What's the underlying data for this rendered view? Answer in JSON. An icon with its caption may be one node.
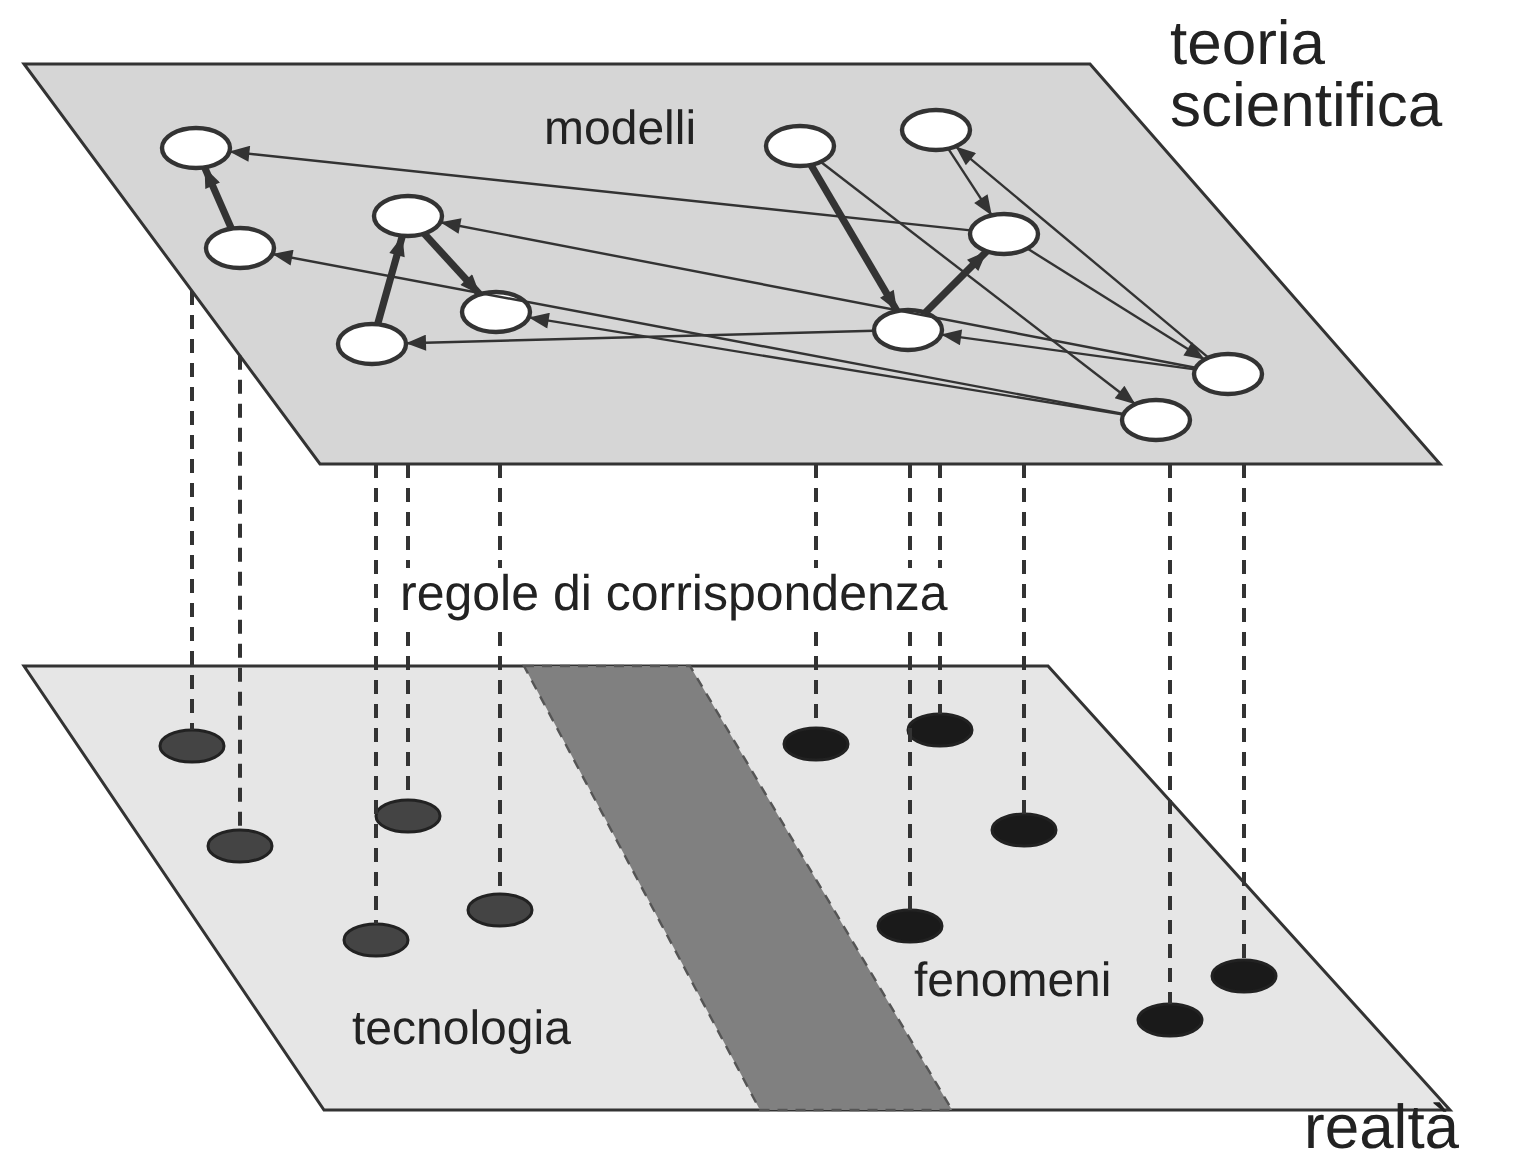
{
  "diagram": {
    "nodes": [
      {
        "text": [
          "teoria scientifica"
        ]
      },
      {
        "text": [],
        "shape": "ellipse",
        "in": 0
      },
      {
        "text": [],
        "shape": "ellipse",
        "in": 0
      },
      {
        "text": [],
        "shape": "ellipse",
        "in": 0
      },
      {
        "text": [],
        "shape": "ellipse",
        "in": 0
      },
      {
        "text": [],
        "shape": "ellipse",
        "in": 0
      },
      {
        "text": [],
        "shape": "ellipse",
        "in": 0
      },
      {
        "text": [],
        "shape": "ellipse",
        "in": 0
      },
      {
        "text": [],
        "shape": "ellipse",
        "in": 0
      },
      {
        "text": [],
        "shape": "ellipse",
        "in": 0
      },
      {
        "text": [],
        "shape": "ellipse",
        "in": 0
      },
      {
        "text": [],
        "shape": "ellipse",
        "in": 0
      },
      {
        "text": [
          "realtà"
        ]
      },
      {
        "text": [],
        "shape": "bar",
        "in": 12
      },
      {
        "text": [],
        "shape": "ellipse",
        "in": 12
      },
      {
        "text": [],
        "shape": "ellipse",
        "in": 12
      },
      {
        "text": [],
        "shape": "ellipse",
        "in": 12
      },
      {
        "text": [],
        "shape": "ellipse",
        "in": 12
      },
      {
        "text": [],
        "shape": "ellipse",
        "in": 12
      },
      {
        "text": [],
        "shape": "ellipse",
        "in": 12
      },
      {
        "text": [],
        "shape": "ellipse",
        "in": 12
      },
      {
        "text": [],
        "shape": "ellipse",
        "in": 12
      },
      {
        "text": [],
        "shape": "ellipse",
        "in": 12
      },
      {
        "text": [],
        "shape": "ellipse",
        "in": 12
      },
      {
        "text": [],
        "shape": "ellipse",
        "in": 12
      }
    ],
    "edges": [
      {
        "from": 2,
        "to": 1,
        "arrow": "to",
        "style": "thick"
      },
      {
        "from": 3,
        "to": 4,
        "arrow": "to",
        "style": "thick"
      },
      {
        "from": 4,
        "to": 5,
        "arrow": "to",
        "style": "thick"
      },
      {
        "from": 9,
        "to": 1,
        "arrow": "to"
      },
      {
        "from": 11,
        "to": 4,
        "arrow": "to"
      },
      {
        "from": 10,
        "to": 2,
        "arrow": "to"
      },
      {
        "from": 10,
        "to": 5,
        "arrow": "to"
      },
      {
        "from": 7,
        "to": 3,
        "arrow": "to"
      },
      {
        "from": 6,
        "to": 7,
        "arrow": "to",
        "style": "thick"
      },
      {
        "from": 6,
        "to": 10,
        "arrow": "to"
      },
      {
        "from": 8,
        "to": 9,
        "arrow": "to"
      },
      {
        "from": 7,
        "to": 9,
        "arrow": "to",
        "style": "thick"
      },
      {
        "from": 11,
        "to": 8,
        "arrow": "to"
      },
      {
        "from": 9,
        "to": 11,
        "arrow": "to"
      },
      {
        "from": 11,
        "to": 7,
        "arrow": "to"
      },
      {
        "from": 0,
        "to": 14,
        "arrow": "none",
        "style": "dashed"
      },
      {
        "from": 0,
        "to": 15,
        "arrow": "none",
        "style": "dashed"
      },
      {
        "from": 0,
        "to": 16,
        "arrow": "none",
        "style": "dashed"
      },
      {
        "from": 0,
        "to": 17,
        "arrow": "none",
        "style": "dashed"
      },
      {
        "from": 0,
        "to": 18,
        "arrow": "none",
        "style": "dashed"
      },
      {
        "from": 0,
        "to": 19,
        "arrow": "none",
        "style": "dashed"
      },
      {
        "from": 0,
        "to": 20,
        "arrow": "none",
        "style": "dashed"
      },
      {
        "from": 0,
        "to": 21,
        "arrow": "none",
        "style": "dashed"
      },
      {
        "from": 0,
        "to": 22,
        "arrow": "none",
        "style": "dashed"
      },
      {
        "from": 0,
        "to": 23,
        "arrow": "none",
        "style": "dashed"
      },
      {
        "from": 0,
        "to": 24,
        "arrow": "none",
        "style": "dashed"
      }
    ],
    "labels": [
      "modelli",
      "regole di corrispondenza",
      "tecnologia",
      "fenomeni"
    ]
  }
}
